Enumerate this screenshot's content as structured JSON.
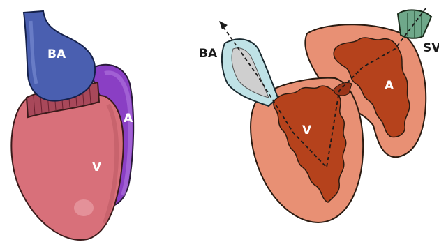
{
  "left_heart": {
    "labels": {
      "bulbus_arteriosus": "BA",
      "atrium": "A",
      "ventricle": "V"
    }
  },
  "right_section": {
    "labels": {
      "bulbus_arteriosus": "BA",
      "sinus_venosus": "SV",
      "atrium": "A",
      "ventricle": "V"
    }
  },
  "colors": {
    "bulbus_blue": "#4a5fb0",
    "atrium_purple": "#8a3fc4",
    "ventricle_pink": "#d8707a",
    "myocardium_salmon": "#e89074",
    "chamber_red": "#b5421c",
    "bulbus_light": "#bfe2e6",
    "sinus_green": "#6fa88a"
  }
}
